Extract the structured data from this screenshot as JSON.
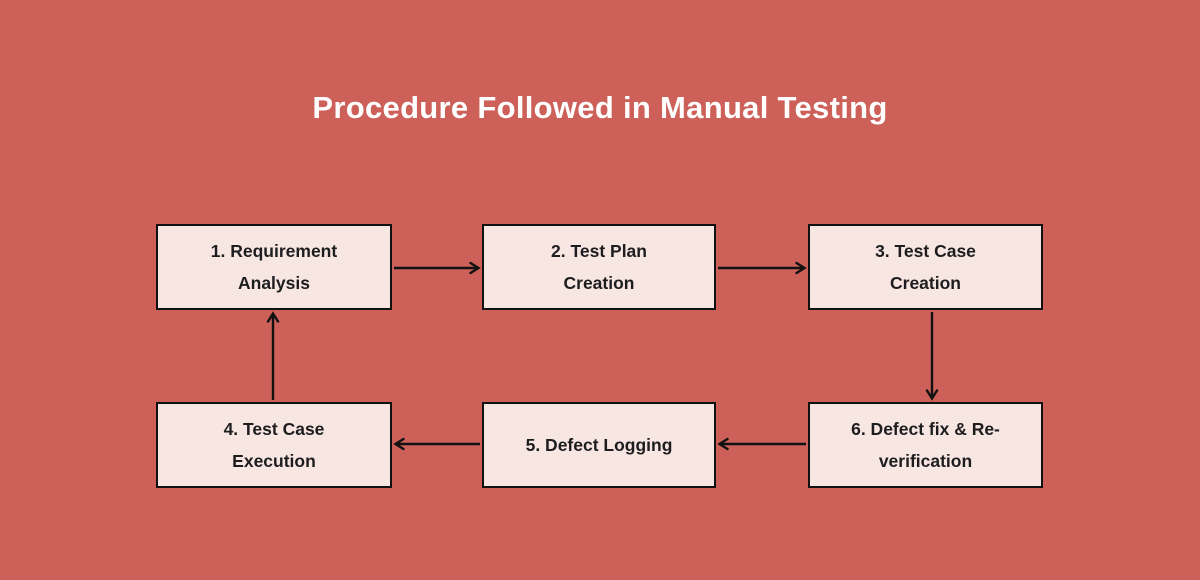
{
  "title": "Procedure Followed in Manual Testing",
  "colors": {
    "background": "#cd615a",
    "box_fill": "#f8e6e2",
    "box_border": "#111111",
    "arrow": "#111111",
    "title_text": "#ffffff",
    "box_text": "#1d1d1f"
  },
  "flow": {
    "steps": [
      {
        "id": 1,
        "label": "1. Requirement Analysis",
        "lines": [
          "1. Requirement",
          "Analysis"
        ]
      },
      {
        "id": 2,
        "label": "2. Test Plan Creation",
        "lines": [
          "2. Test Plan",
          "Creation"
        ]
      },
      {
        "id": 3,
        "label": "3. Test Case Creation",
        "lines": [
          "3. Test Case",
          "Creation"
        ]
      },
      {
        "id": 4,
        "label": "4. Test Case Execution",
        "lines": [
          "4. Test Case",
          "Execution"
        ]
      },
      {
        "id": 5,
        "label": "5. Defect Logging",
        "lines": [
          "5. Defect Logging",
          ""
        ]
      },
      {
        "id": 6,
        "label": "6. Defect fix & Re-verification",
        "lines": [
          "6. Defect fix & Re-",
          "verification"
        ]
      }
    ],
    "connections": [
      {
        "from": 1,
        "to": 2,
        "direction": "right"
      },
      {
        "from": 2,
        "to": 3,
        "direction": "right"
      },
      {
        "from": 3,
        "to": 6,
        "direction": "down"
      },
      {
        "from": 6,
        "to": 5,
        "direction": "left"
      },
      {
        "from": 5,
        "to": 4,
        "direction": "left"
      },
      {
        "from": 4,
        "to": 1,
        "direction": "up"
      }
    ]
  }
}
